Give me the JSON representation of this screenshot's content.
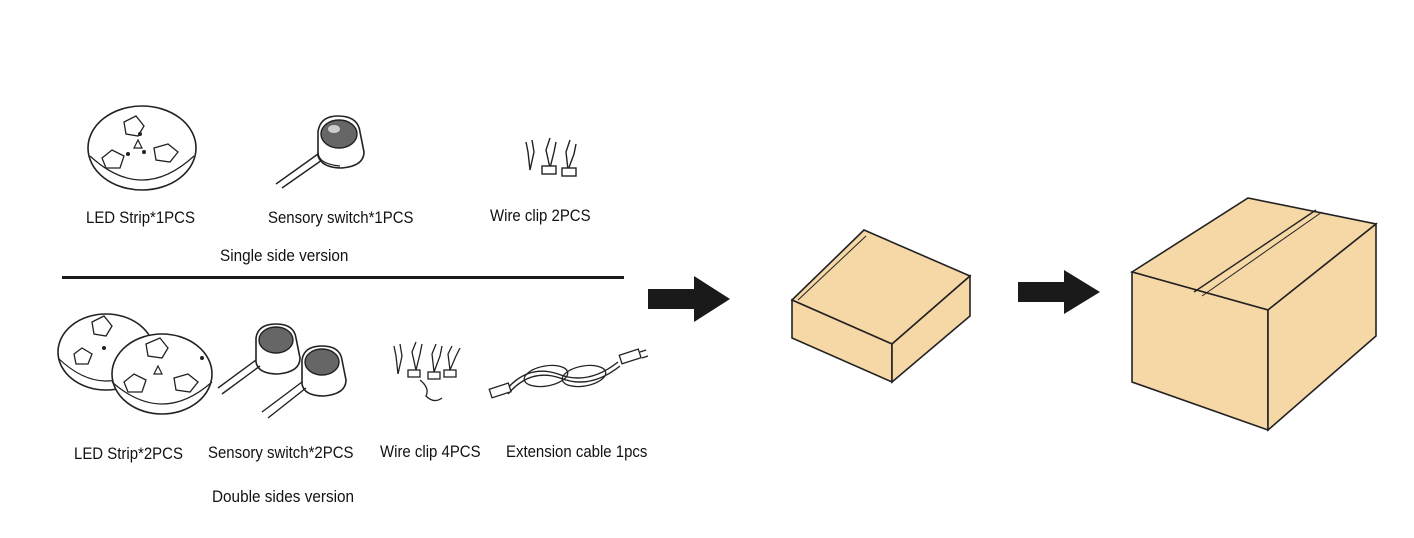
{
  "single": {
    "items": [
      {
        "label": "LED Strip*1PCS",
        "icon": "led-strip-icon"
      },
      {
        "label": "Sensory switch*1PCS",
        "icon": "sensory-switch-icon"
      },
      {
        "label": "Wire clip 2PCS",
        "icon": "wire-clip-icon"
      }
    ],
    "title": "Single side version"
  },
  "double": {
    "items": [
      {
        "label": "LED Strip*2PCS",
        "icon": "led-strip-icon"
      },
      {
        "label": "Sensory switch*2PCS",
        "icon": "sensory-switch-icon"
      },
      {
        "label": "Wire clip 4PCS",
        "icon": "wire-clip-icon"
      },
      {
        "label": "Extension cable 1pcs",
        "icon": "extension-cable-icon"
      }
    ],
    "title": "Double sides version"
  },
  "colors": {
    "box_fill": "#f6d7a6",
    "line": "#1a1a1a",
    "arrow": "#1a1a1a"
  }
}
